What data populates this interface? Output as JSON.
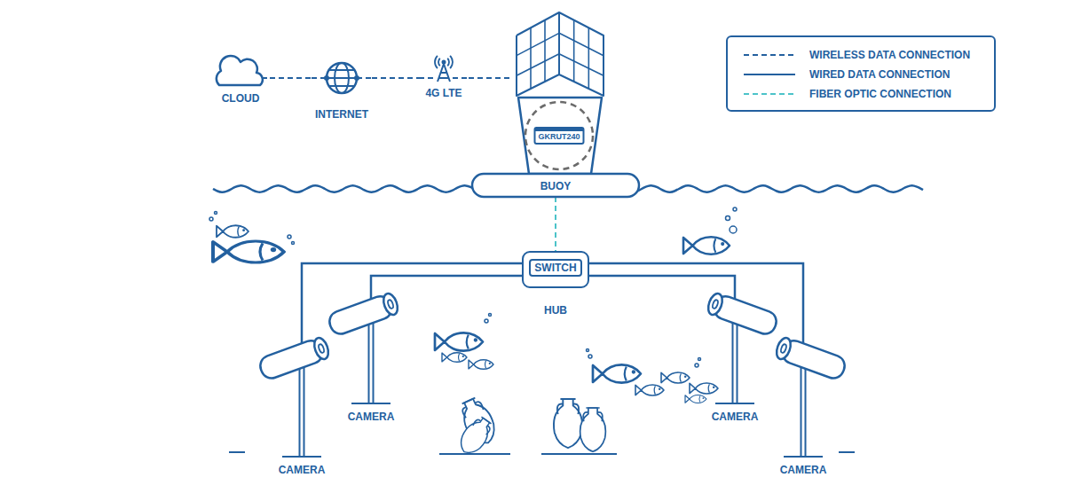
{
  "diagram": {
    "nodes": [
      {
        "text": [
          "CLOUD"
        ]
      },
      {
        "text": [
          "INTERNET"
        ]
      },
      {
        "text": [
          "4G LTE"
        ]
      },
      {
        "text": [
          "BUOY"
        ]
      },
      {
        "text": [
          "GKRUT240"
        ],
        "in": 3
      },
      {
        "text": [
          "SWITCH",
          "HUB"
        ]
      },
      {
        "text": [
          "CAMERA"
        ]
      },
      {
        "text": [
          "CAMERA"
        ]
      },
      {
        "text": [
          "CAMERA"
        ]
      },
      {
        "text": [
          "CAMERA"
        ]
      }
    ],
    "edges": [
      {
        "from": 0,
        "to": 1,
        "arrow": "none"
      },
      {
        "from": 1,
        "to": 2,
        "arrow": "none"
      },
      {
        "from": 2,
        "to": 3,
        "arrow": "none"
      },
      {
        "from": 3,
        "to": 5,
        "arrow": "none"
      },
      {
        "from": 5,
        "to": 6,
        "arrow": "none"
      },
      {
        "from": 5,
        "to": 7,
        "arrow": "none"
      },
      {
        "from": 5,
        "to": 8,
        "arrow": "none"
      },
      {
        "from": 5,
        "to": 9,
        "arrow": "none"
      }
    ],
    "legend": [
      {
        "text": "WIRELESS DATA CONNECTION"
      },
      {
        "text": "WIRED DATA CONNECTION"
      },
      {
        "text": "FIBER OPTIC CONNECTION"
      }
    ]
  }
}
